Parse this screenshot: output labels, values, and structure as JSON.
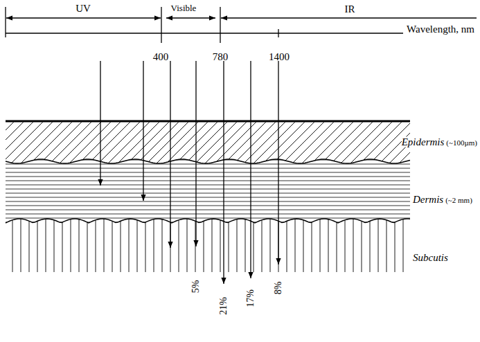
{
  "diagram": {
    "labels": [
      "UV",
      "Visible",
      "IR",
      "Wavelength, nm",
      "400",
      "780",
      "1400",
      "Epidermis",
      "(~100µm)",
      "Dermis",
      "(~2 mm)",
      "Subcutis",
      "5%",
      "21%",
      "17%",
      "8%"
    ]
  }
}
